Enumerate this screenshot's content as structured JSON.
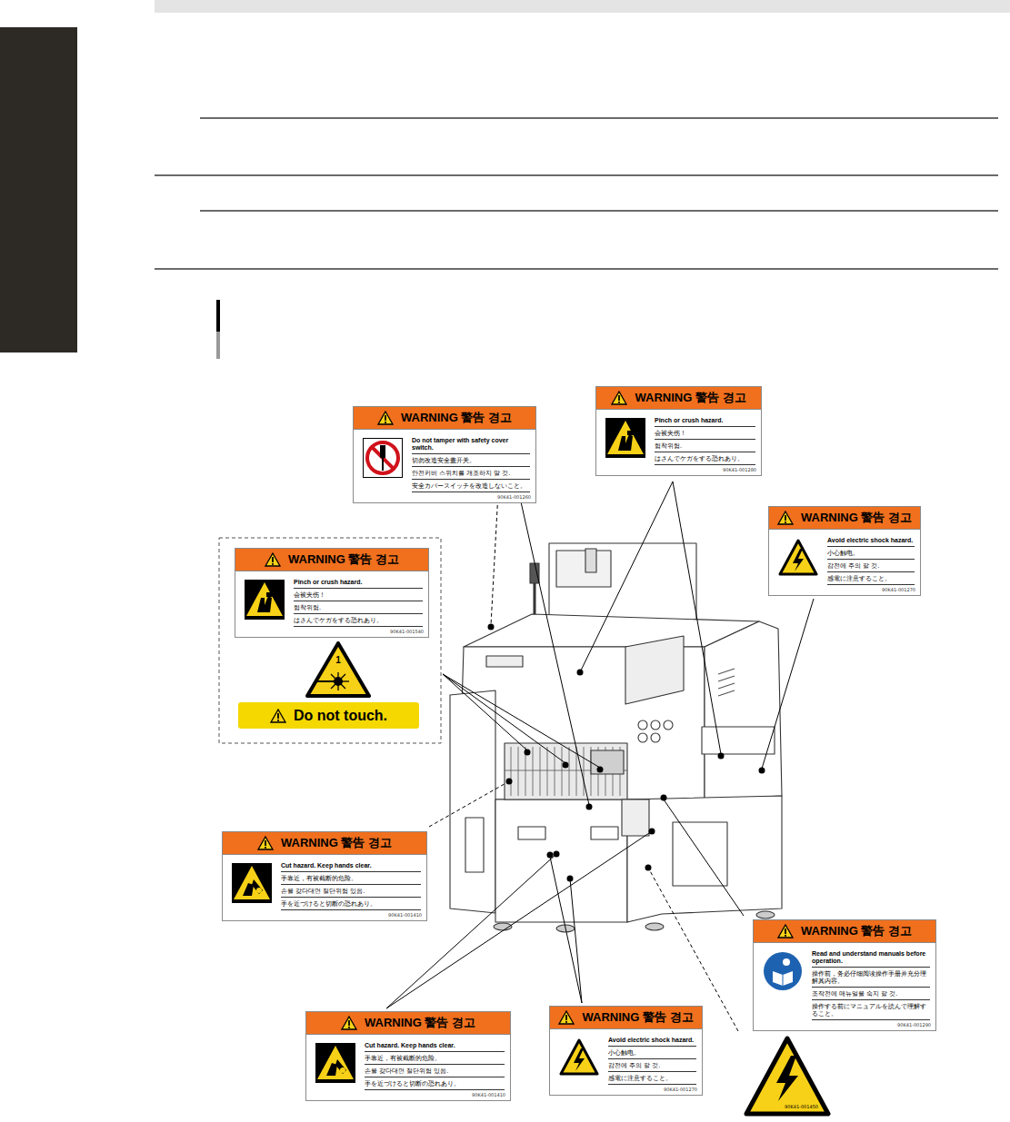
{
  "diagram": {
    "nodes": [
      {
        "text": [
          "WARNING 警告 경고",
          "Do not tamper with safety cover switch.",
          "切勿改造安全盖开关。",
          "안전커버 스위치를 개조하지 말 것.",
          "安全カバースイッチを改造しないこと。",
          "90K41-001260"
        ]
      },
      {
        "text": [
          "WARNING 警告 경고",
          "Pinch or crush hazard.",
          "会被夹伤！",
          "협착위험.",
          "はさんでケガをする恐れあり。",
          "90K41-001280"
        ]
      },
      {
        "text": [
          "WARNING 警告 경고",
          "Avoid electric shock hazard.",
          "小心触电。",
          "감전에 주의 할 것.",
          "感電に注意すること。",
          "90K41-001270"
        ]
      },
      {
        "text": [
          "WARNING 警告 경고",
          "Pinch or crush hazard.",
          "会被夹伤！",
          "협착위험.",
          "はさんでケガをする恐れあり。",
          "90K41-001540"
        ]
      },
      {
        "text": [
          "1"
        ]
      },
      {
        "text": [
          "Do not touch."
        ]
      },
      {
        "text": [
          "WARNING 警告 경고",
          "Cut hazard. Keep hands clear.",
          "手靠近，有被截断的危险。",
          "손을 갖다대면 절단위험 있음.",
          "手を近づけると切断の恐れあり。",
          "90K41-001410"
        ]
      },
      {
        "text": [
          "WARNING 警告 경고",
          "Read and understand manuals before operation.",
          "操作前，务必仔细阅读操作手册并充分理解其内容。",
          "조작전에 매뉴얼을 숙지 할 것.",
          "操作する前にマニュアルを読んで理解すること。",
          "90K41-001290"
        ]
      },
      {
        "text": [
          "WARNING 警告 경고",
          "Cut hazard. Keep hands clear.",
          "手靠近，有被截断的危险。",
          "손을 갖다대면 절단위험 있음.",
          "手を近づけると切断の恐れあり。",
          "90K41-001410"
        ]
      },
      {
        "text": [
          "WARNING 警告 경고",
          "Avoid electric shock hazard.",
          "小心触电。",
          "감전에 주의 할 것.",
          "感電に注意すること。",
          "90K41-001270"
        ]
      },
      {
        "text": [
          "90K41-001450"
        ]
      }
    ]
  }
}
